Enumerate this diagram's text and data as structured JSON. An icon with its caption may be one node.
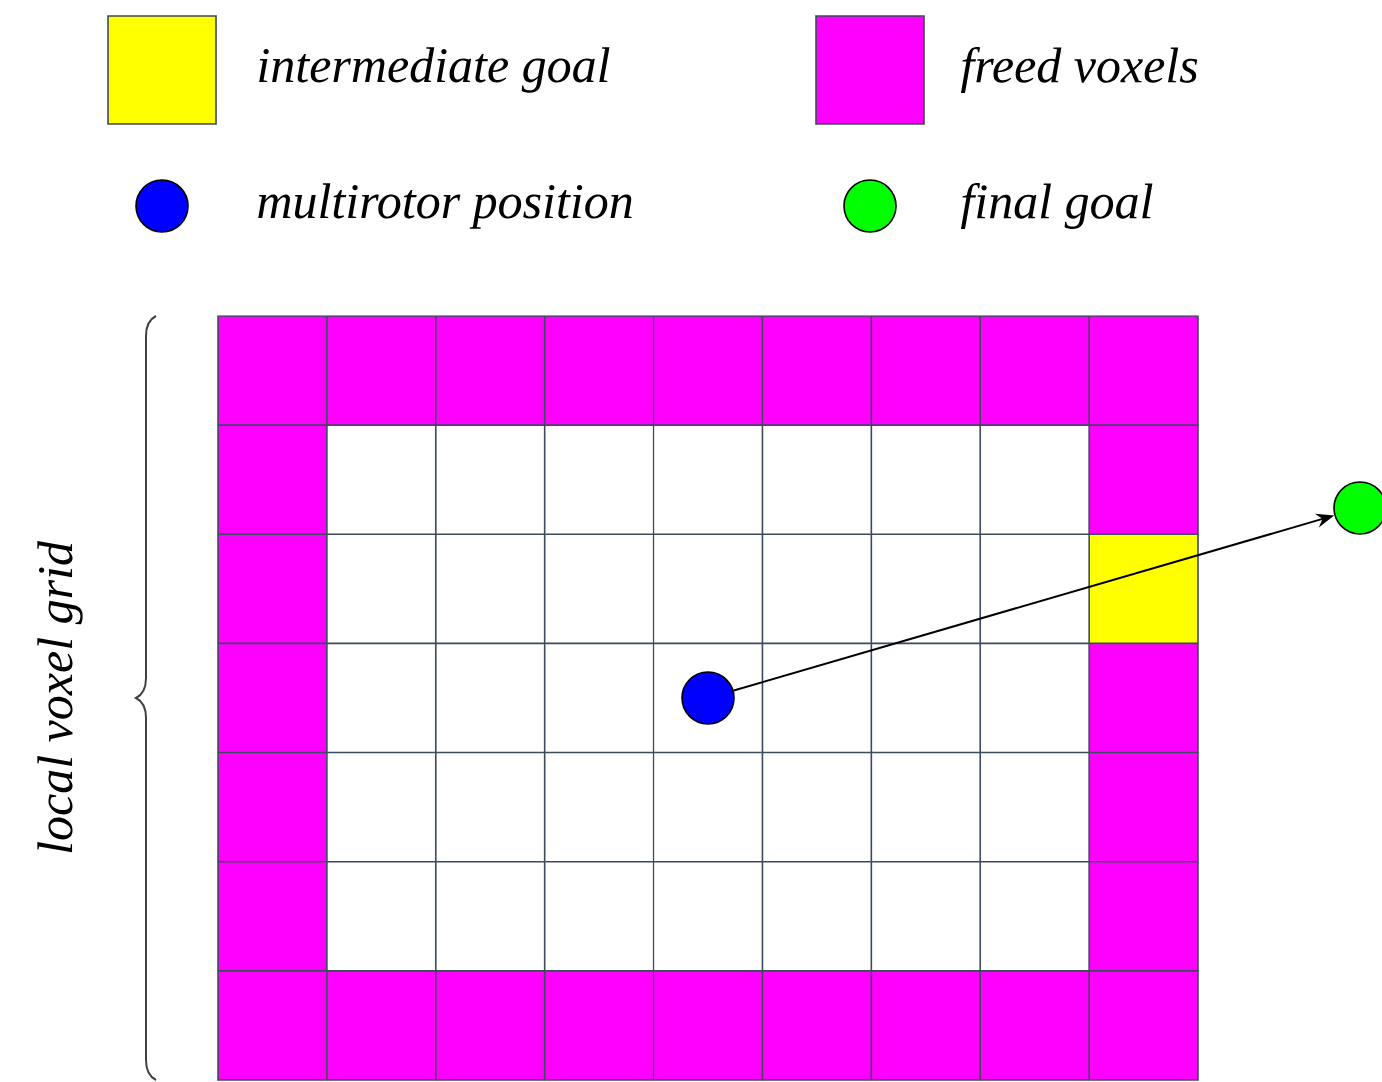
{
  "diagram": {
    "nodes": [
      {
        "text": [],
        "shape": "circle"
      },
      {
        "text": [],
        "shape": "circle"
      }
    ],
    "edges": [
      {
        "from": 0,
        "to": 1,
        "arrow": "to"
      }
    ],
    "labels": [
      "local voxel grid"
    ],
    "legend": [
      {
        "text": "intermediate goal",
        "color": "#ffff00"
      },
      {
        "text": "freed voxels",
        "color": "#ff00ff"
      },
      {
        "text": "multirotor position",
        "color": "#0000ff"
      },
      {
        "text": "final goal",
        "color": "#00ff00"
      }
    ]
  }
}
